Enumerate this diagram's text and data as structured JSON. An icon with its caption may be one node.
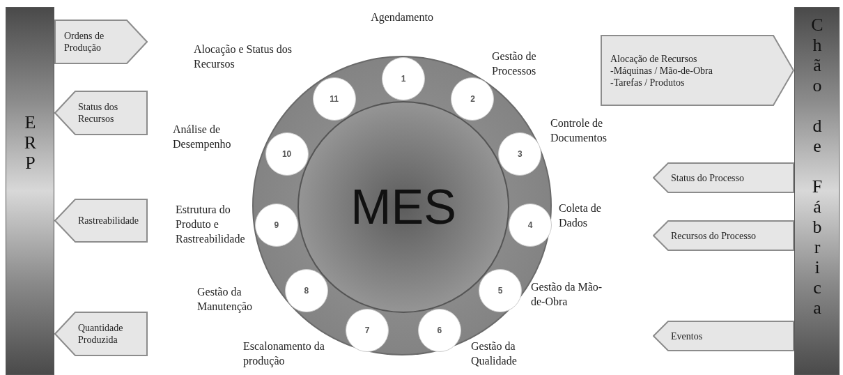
{
  "diagram": {
    "nodes": [
      {
        "text": [
          "ERP"
        ]
      },
      {
        "text": [
          "Ordens de Produção"
        ]
      },
      {
        "text": [
          "Status dos Recursos"
        ]
      },
      {
        "text": [
          "Rastreabilidade"
        ]
      },
      {
        "text": [
          "Quantidade Produzida"
        ]
      },
      {
        "text": [],
        "shape": "circle"
      },
      {
        "text": [
          "MES"
        ],
        "in": 5
      },
      {
        "text": [
          "1"
        ],
        "in": 5,
        "beside": [
          "Agendamento"
        ]
      },
      {
        "text": [
          "2"
        ],
        "in": 5,
        "beside": [
          "Gestão de Processos"
        ]
      },
      {
        "text": [
          "3"
        ],
        "in": 5,
        "beside": [
          "Controle de Documentos"
        ]
      },
      {
        "text": [
          "4"
        ],
        "in": 5,
        "beside": [
          "Coleta de Dados"
        ]
      },
      {
        "text": [
          "5"
        ],
        "in": 5,
        "beside": [
          "Gestão da Mão-de-Obra"
        ]
      },
      {
        "text": [
          "6"
        ],
        "in": 5,
        "beside": [
          "Gestão da Qualidade"
        ]
      },
      {
        "text": [
          "7"
        ],
        "in": 5,
        "beside": [
          "Escalonamento da produção"
        ]
      },
      {
        "text": [
          "8"
        ],
        "in": 5,
        "beside": [
          "Gestão da Manutenção"
        ]
      },
      {
        "text": [
          "9"
        ],
        "in": 5,
        "beside": [
          "Estrutura do Produto e Rastreabilidade"
        ]
      },
      {
        "text": [
          "10"
        ],
        "in": 5,
        "beside": [
          "Análise de Desempenho"
        ]
      },
      {
        "text": [
          "11"
        ],
        "in": 5,
        "beside": [
          "Alocação e Status dos Recursos"
        ]
      },
      {
        "text": [
          "Alocação de Recursos",
          "-Máquinas / Mão-de-Obra",
          "-Tarefas / Produtos"
        ]
      },
      {
        "text": [
          "Status do Processo"
        ]
      },
      {
        "text": [
          "Recursos do Processo"
        ]
      },
      {
        "text": [
          "Eventos"
        ]
      },
      {
        "text": [
          "Chão de Fábrica"
        ]
      }
    ],
    "edges": []
  }
}
